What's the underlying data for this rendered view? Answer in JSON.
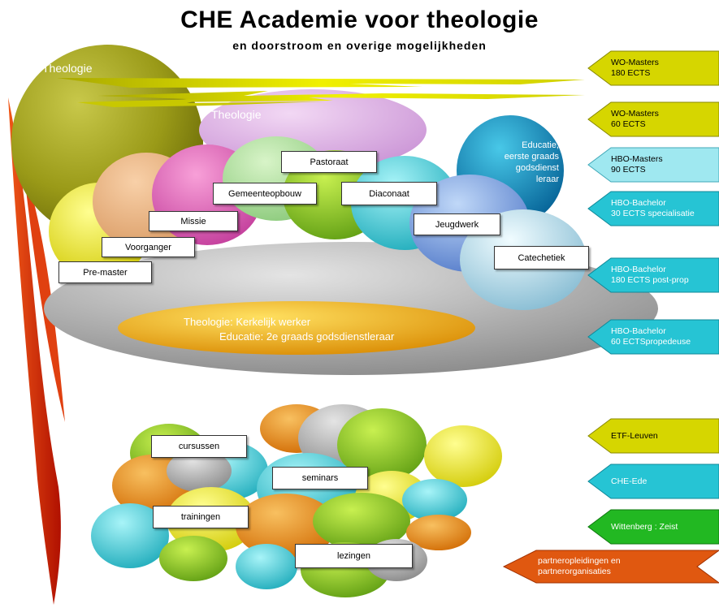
{
  "title": "CHE Academie voor theologie",
  "subtitle": "en doorstroom en overige mogelijkheden",
  "colors": {
    "olive": "#9a9a10",
    "lavender": "#d8a8e0",
    "yellow": "#e8e800",
    "orange": "#e8a000",
    "teal": "#2ab8c8",
    "green": "#2ab830",
    "gray": "#9a9a9a",
    "red": "#d81800",
    "dark_teal": "#0070a0"
  },
  "areas": {
    "theologie_large": "Theologie",
    "theologie_inner": "Theologie",
    "educatie": [
      "Educatie,",
      "eerste graads",
      "godsdienst",
      "leraar"
    ],
    "kerkelijk_line1": "Theologie: Kerkelijk werker",
    "kerkelijk_line2": "Educatie: 2e graads godsdienstleraar"
  },
  "specialisations": [
    {
      "key": "premaster",
      "label": "Pre-master"
    },
    {
      "key": "voorganger",
      "label": "Voorganger"
    },
    {
      "key": "missie",
      "label": "Missie"
    },
    {
      "key": "gemeenteopbouw",
      "label": "Gemeenteopbouw"
    },
    {
      "key": "pastoraat",
      "label": "Pastoraat"
    },
    {
      "key": "diaconaat",
      "label": "Diaconaat"
    },
    {
      "key": "jeugdwerk",
      "label": "Jeugdwerk"
    },
    {
      "key": "catechetiek",
      "label": "Catechetiek"
    }
  ],
  "activities": [
    {
      "key": "cursussen",
      "label": "cursussen"
    },
    {
      "key": "seminars",
      "label": "seminars"
    },
    {
      "key": "trainingen",
      "label": "trainingen"
    },
    {
      "key": "lezingen",
      "label": "lezingen"
    }
  ],
  "tracks": [
    {
      "key": "wo-masters-180",
      "line1": "WO-Masters",
      "line2": "180 ECTS",
      "color": "#d6d600"
    },
    {
      "key": "wo-masters-60",
      "line1": "WO-Masters",
      "line2": "60 ECTS",
      "color": "#d6d600"
    },
    {
      "key": "hbo-masters-90",
      "line1": "HBO-Masters",
      "line2": "90 ECTS",
      "color": "#9fe8f0"
    },
    {
      "key": "hbo-bachelor-30",
      "line1": "HBO-Bachelor",
      "line2": "30 ECTS specialisatie",
      "color": "#26c4d4"
    },
    {
      "key": "hbo-bachelor-180",
      "line1": "HBO-Bachelor",
      "line2": "180 ECTS post-prop",
      "color": "#26c4d4"
    },
    {
      "key": "hbo-bachelor-60",
      "line1": "HBO-Bachelor",
      "line2": "60 ECTSpropedeuse",
      "color": "#26c4d4"
    }
  ],
  "partners": [
    {
      "key": "etf-leuven",
      "label": "ETF-Leuven",
      "color": "#d6d600"
    },
    {
      "key": "che-ede",
      "label": "CHE-Ede",
      "color": "#26c4d4"
    },
    {
      "key": "wittenberg-zeist",
      "label": "Wittenberg : Zeist",
      "color": "#22b822"
    }
  ],
  "partner_arrow": {
    "line1": "partneropleidingen en",
    "line2": "partnerorganisaties",
    "color": "#e05810"
  }
}
